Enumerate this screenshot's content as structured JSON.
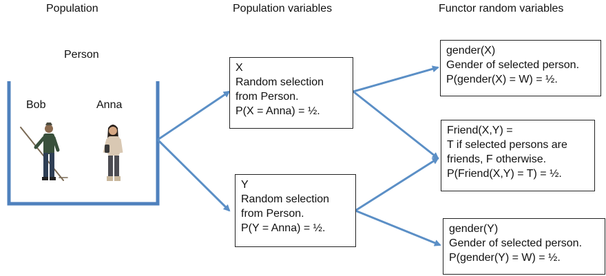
{
  "headers": {
    "population": "Population",
    "population_variables": "Population variables",
    "functor_random_variables": "Functor random variables"
  },
  "population": {
    "label": "Person",
    "members": [
      "Bob",
      "Anna"
    ]
  },
  "variables": [
    {
      "name": "X",
      "lines": [
        "Random selection",
        "from Person.",
        "P(X = Anna) = ½."
      ]
    },
    {
      "name": "Y",
      "lines": [
        "Random selection",
        "from Person.",
        "P(Y = Anna) = ½."
      ]
    }
  ],
  "functors": [
    {
      "lines": [
        "gender(X)",
        "Gender of selected person.",
        "P(gender(X) = W) = ½."
      ]
    },
    {
      "lines": [
        "Friend(X,Y) =",
        "T if selected persons are",
        "friends, F otherwise.",
        "P(Friend(X,Y) = T) =  ½."
      ]
    },
    {
      "lines": [
        "gender(Y)",
        "Gender of selected person.",
        "P(gender(Y) = W) = ½."
      ]
    }
  ],
  "colors": {
    "arrow": "#5b8fc6",
    "container": "#4f81bd"
  }
}
